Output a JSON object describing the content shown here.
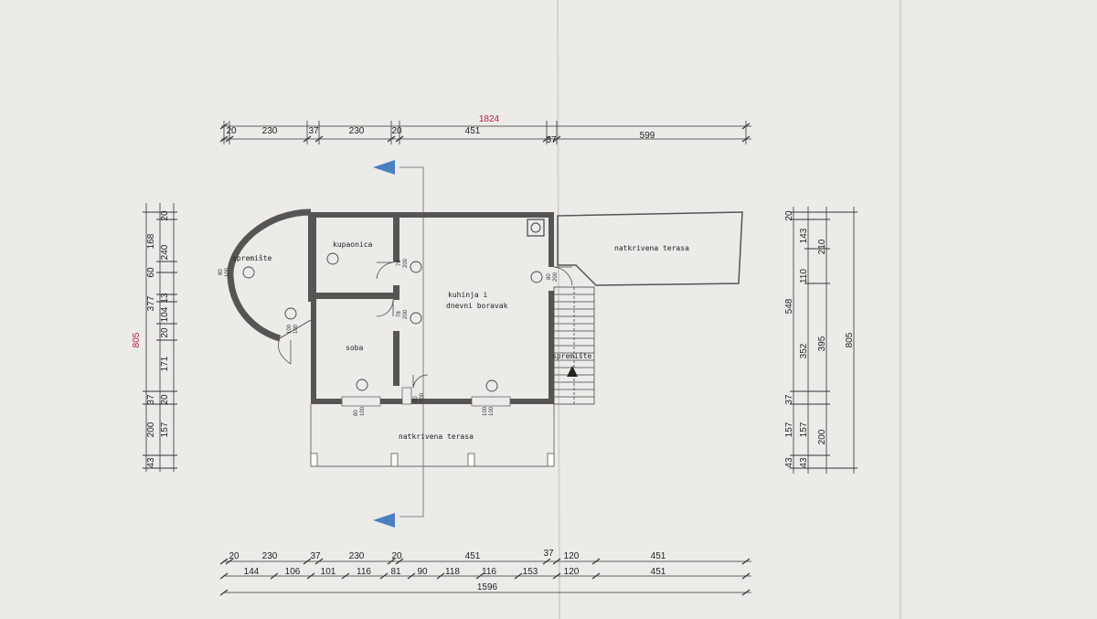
{
  "colors": {
    "paper": "#ecebe8",
    "ink": "#2a2a2a",
    "wall": "#555555",
    "accent_red": "#b02040",
    "arrow_blue": "#4a7fc0"
  },
  "top_total": "1824",
  "top_dims": [
    "20",
    "230",
    "37",
    "230",
    "20",
    "451",
    "37",
    "599"
  ],
  "bottom_dims_row1": [
    "20",
    "230",
    "37",
    "230",
    "20",
    "451",
    "37",
    "120",
    "451"
  ],
  "bottom_dims_row2": [
    "144",
    "106",
    "101",
    "116",
    "81",
    "90",
    "118",
    "116",
    "153",
    "120",
    "451"
  ],
  "bottom_total": "1596",
  "left_total": "805",
  "left_col_a": [
    "377",
    "20",
    "37",
    "200",
    "43"
  ],
  "left_col_b": [
    "20",
    "168",
    "60",
    "13",
    "20",
    "171",
    "157"
  ],
  "left_col_c": [
    "240",
    "104"
  ],
  "right_col_a": [
    "548",
    "37",
    "157",
    "43"
  ],
  "right_col_b": [
    "20",
    "143",
    "110",
    "352",
    "157",
    "43"
  ],
  "right_col_c": [
    "210",
    "395",
    "200"
  ],
  "right_total": "805",
  "rooms": {
    "kupaonica": "kupaonica",
    "spremiste_left": "spremište",
    "soba": "soba",
    "kuhinja_line1": "kuhinja i",
    "kuhinja_line2": "dnevni boravak",
    "natkrivena_top": "natkrivena terasa",
    "natkrivena_bottom": "natkrivena terasa",
    "spremiste_right": "spremište"
  },
  "openings": {
    "d1": "78",
    "d1b": "200",
    "d2": "78",
    "d2b": "200",
    "d3": "80",
    "d3b": "200",
    "d4": "80",
    "d4b": "200",
    "w1": "80",
    "w1b": "100",
    "w2": "100",
    "w2b": "100",
    "w3": "80",
    "w3b": "100",
    "w4": "100",
    "w4b": "100",
    "w5": "100",
    "w5b": "100"
  }
}
